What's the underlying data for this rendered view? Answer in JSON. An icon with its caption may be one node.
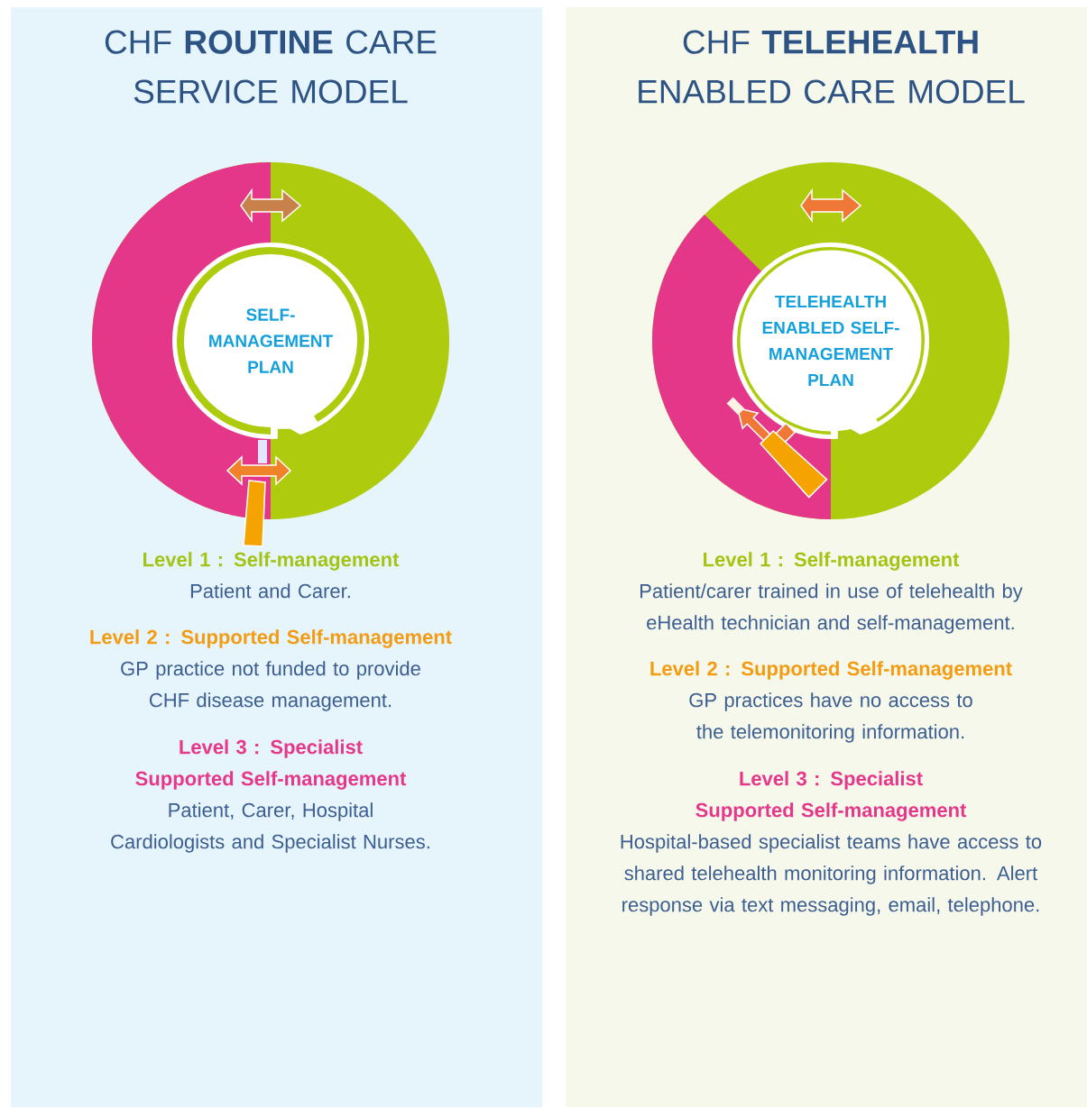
{
  "diagram": {
    "nodes": [
      {
        "text": [
          "CHF **ROUTINE** CARE SERVICE MODEL"
        ]
      },
      {
        "text": [
          "SELF-MANAGEMENT PLAN"
        ],
        "in": 0
      },
      {
        "text": [
          "CHF **TELEHEALTH** ENABLED CARE MODEL"
        ]
      },
      {
        "text": [
          "TELEHEALTH ENABLED SELF-MANAGEMENT PLAN"
        ],
        "in": 2
      }
    ],
    "labels": [
      "Level 1 : Self-management",
      "Patient and Carer.",
      "Level 2 : Supported Self-management",
      "GP practice not funded to provide CHF disease management.",
      "Level 3 : Specialist Supported Self-management",
      "Patient, Carer, Hospital Cardiologists and Specialist Nurses.",
      "Level 1 : Self-management",
      "Patient/carer trained in use of telehealth by eHealth technician and self-management.",
      "Level 2 : Supported Self-management",
      "GP practices have no access to the telemonitoring information.",
      "Level 3 : Specialist Supported Self-management",
      "Hospital-based specialist teams have access to shared telehealth monitoring information. Alert response via text messaging, email, telephone."
    ]
  }
}
